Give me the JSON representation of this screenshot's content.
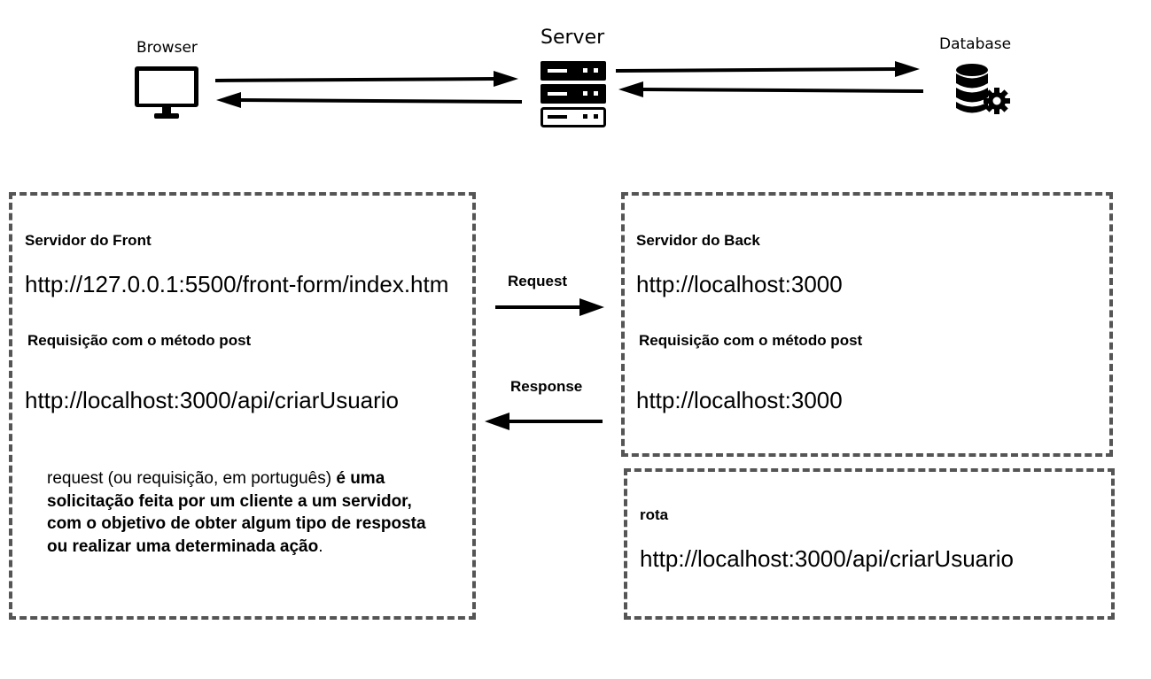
{
  "icons": {
    "browser": {
      "label": "Browser",
      "icon": "monitor-icon"
    },
    "server": {
      "label": "Server",
      "icon": "server-icon"
    },
    "database": {
      "label": "Database",
      "icon": "database-gear-icon"
    }
  },
  "front": {
    "title": "Servidor do Front",
    "url": "http://127.0.0.1:5500/front-form/index.htm",
    "method_label": "Requisição com o método post",
    "target_url": "http://localhost:3000/api/criarUsuario",
    "description": {
      "normal_start": "request (ou requisição, em português) ",
      "bold": "é uma solicitação feita por um cliente a um servidor, com o objetivo de obter algum tipo de resposta ou realizar uma determinada ação",
      "normal_end": "."
    }
  },
  "back": {
    "title": "Servidor do Back",
    "url": "http://localhost:3000",
    "method_label": "Requisição com o método post",
    "response_url": "http://localhost:3000"
  },
  "route": {
    "title": "rota",
    "url": "http://localhost:3000/api/criarUsuario"
  },
  "arrows": {
    "request_label": "Request",
    "response_label": "Response"
  },
  "colors": {
    "dash_border": "#555555",
    "ink": "#000000"
  }
}
